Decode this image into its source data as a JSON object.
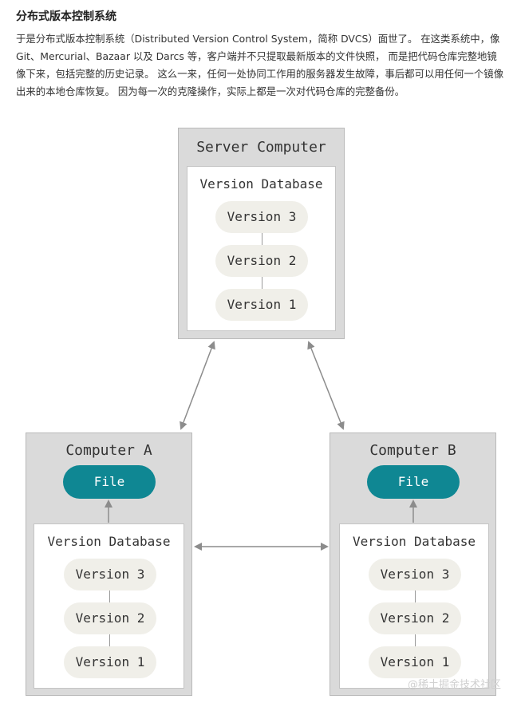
{
  "section": {
    "heading": "分布式版本控制系统",
    "paragraph": "于是分布式版本控制系统（Distributed Version Control System，简称 DVCS）面世了。 在这类系统中，像 Git、Mercurial、Bazaar 以及 Darcs 等，客户端并不只提取最新版本的文件快照， 而是把代码仓库完整地镜像下来，包括完整的历史记录。 这么一来，任何一处协同工作用的服务器发生故障，事后都可以用任何一个镜像出来的本地仓库恢复。 因为每一次的克隆操作，实际上都是一次对代码仓库的完整备份。"
  },
  "diagram": {
    "server": {
      "title": "Server Computer",
      "database_label": "Version Database",
      "versions": [
        "Version 3",
        "Version 2",
        "Version 1"
      ]
    },
    "computer_a": {
      "title": "Computer A",
      "file_label": "File",
      "database_label": "Version Database",
      "versions": [
        "Version 3",
        "Version 2",
        "Version 1"
      ]
    },
    "computer_b": {
      "title": "Computer B",
      "file_label": "File",
      "database_label": "Version Database",
      "versions": [
        "Version 3",
        "Version 2",
        "Version 1"
      ]
    },
    "colors": {
      "file_fill": "#0f8793",
      "version_fill": "#f0efe9",
      "box_fill": "#dadada",
      "arrow": "#8c8c8c"
    }
  },
  "watermark": "@稀土掘金技术社区"
}
